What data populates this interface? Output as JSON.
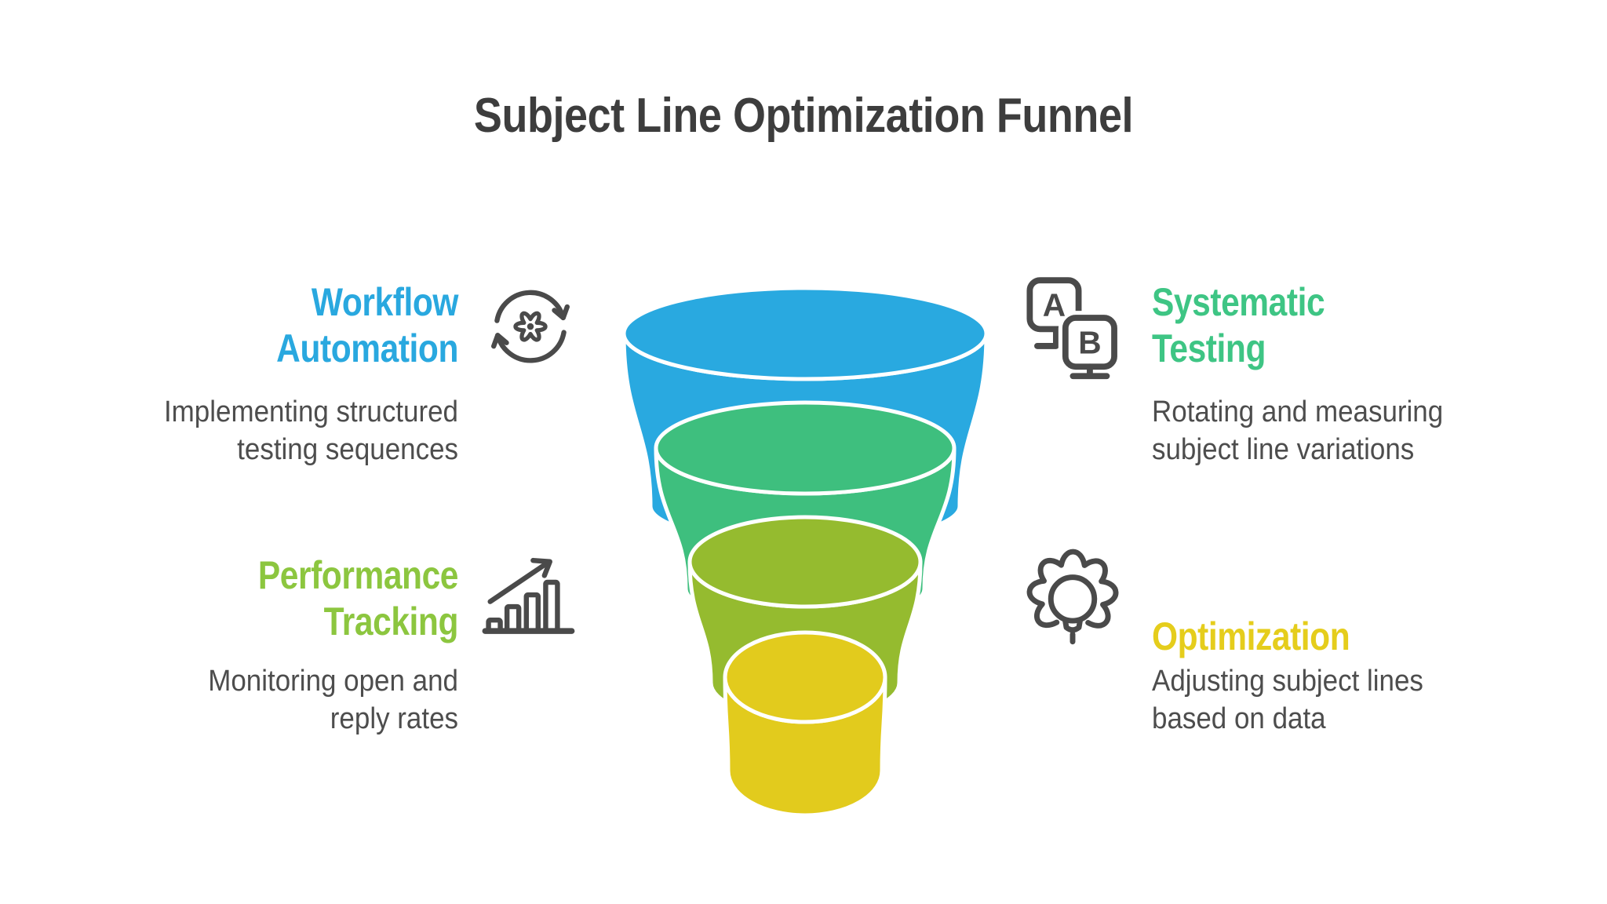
{
  "title": "Subject Line Optimization Funnel",
  "text_colors": {
    "title": "#3D3D3D",
    "description": "#4D4D4D",
    "icon_stroke": "#4A4A4A"
  },
  "sections": [
    {
      "id": "workflow-automation",
      "position": "top-left",
      "heading": "Workflow Automation",
      "heading_color": "#29A8DF",
      "description": "Implementing structured testing sequences",
      "icon": "sync-gear-icon"
    },
    {
      "id": "systematic-testing",
      "position": "top-right",
      "heading": "Systematic Testing",
      "heading_color": "#3EC584",
      "description": "Rotating and measuring subject line variations",
      "icon": "ab-test-monitors-icon",
      "icon_labels": {
        "a": "A",
        "b": "B"
      }
    },
    {
      "id": "performance-tracking",
      "position": "bottom-left",
      "heading": "Performance Tracking",
      "heading_color": "#8CC63F",
      "description": "Monitoring open and reply rates",
      "icon": "rising-bar-chart-icon"
    },
    {
      "id": "optimization",
      "position": "bottom-right",
      "heading": "Optimization",
      "heading_color": "#E5CD1C",
      "description": "Adjusting subject lines based on data",
      "icon": "gear-lightbulb-icon"
    }
  ],
  "funnel": {
    "outline_color": "#FFFFFF",
    "levels": [
      {
        "name": "level-1-top",
        "color": "#29A9E0"
      },
      {
        "name": "level-2",
        "color": "#3EBF7E"
      },
      {
        "name": "level-3",
        "color": "#95BB2F"
      },
      {
        "name": "level-4-bottom",
        "color": "#E2CB1D"
      }
    ]
  }
}
